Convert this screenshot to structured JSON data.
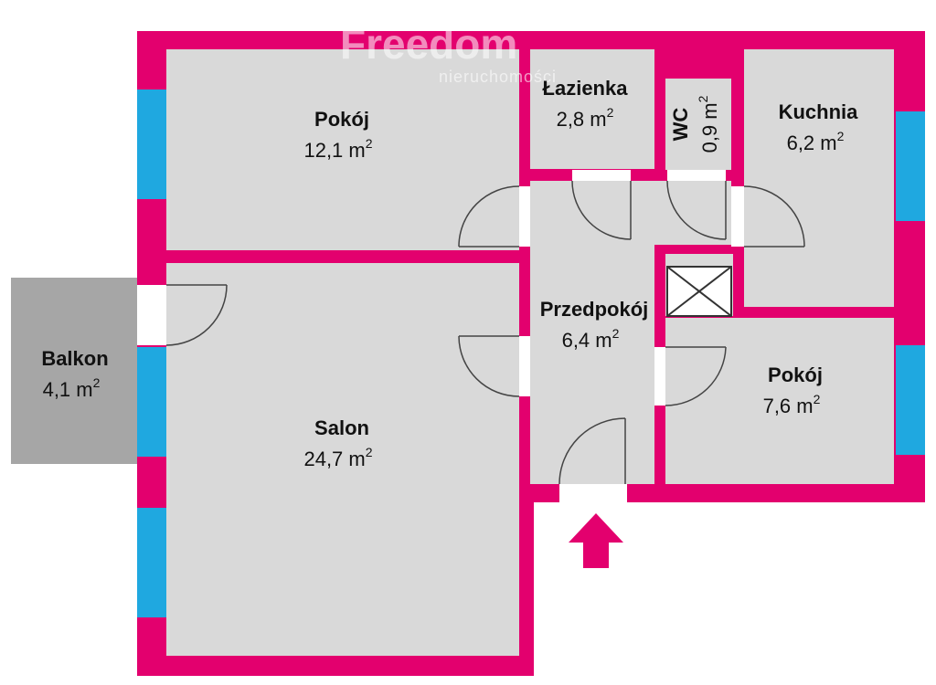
{
  "logo": {
    "brand": "Freedom",
    "tagline": "nieruchomości"
  },
  "colors": {
    "wall": "#e3006e",
    "floor": "#d9d9d9",
    "balcony": "#a6a6a6",
    "window": "#1fa8e0",
    "door": "#ffffff",
    "arrow": "#e3006e"
  },
  "rooms": {
    "pokoj1": {
      "name": "Pokój",
      "area": "12,1 m",
      "sup": "2"
    },
    "lazienka": {
      "name": "Łazienka",
      "area": "2,8 m",
      "sup": "2"
    },
    "wc": {
      "name": "WC",
      "area": "0,9 m",
      "sup": "2"
    },
    "kuchnia": {
      "name": "Kuchnia",
      "area": "6,2 m",
      "sup": "2"
    },
    "przedpokoj": {
      "name": "Przedpokój",
      "area": "6,4 m",
      "sup": "2"
    },
    "pokoj2": {
      "name": "Pokój",
      "area": "7,6 m",
      "sup": "2"
    },
    "salon": {
      "name": "Salon",
      "area": "24,7 m",
      "sup": "2"
    },
    "balkon": {
      "name": "Balkon",
      "area": "4,1 m",
      "sup": "2"
    }
  },
  "entrance": {
    "icon": "entrance-arrow-icon"
  }
}
